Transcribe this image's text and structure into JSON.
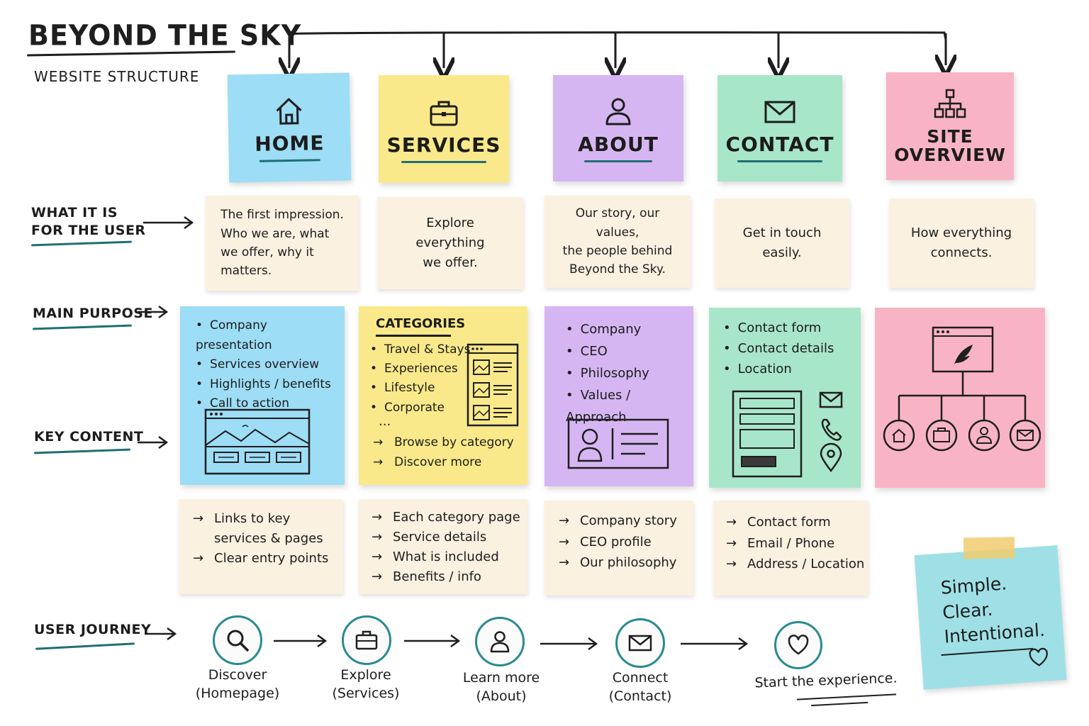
{
  "title": "BEYOND THE SKY",
  "subtitle": "WEBSITE STRUCTURE",
  "colors": {
    "blue": "#9dddf6",
    "yellow": "#fae98a",
    "purple": "#d6b6f2",
    "green": "#a8e6c9",
    "pink": "#f8b4c5",
    "cream": "#fbf1e1",
    "teal_accent": "#2a8a8f"
  },
  "row_labels": {
    "what_it_is": "WHAT IT IS\nFOR THE USER",
    "main_purpose": "MAIN PURPOSE",
    "key_content": "KEY CONTENT",
    "user_journey": "USER JOURNEY"
  },
  "pages": [
    {
      "name": "HOME",
      "icon": "home-icon",
      "what_it_is": "The first impression.\nWho we are, what\nwe offer, why it\nmatters.",
      "purpose": [
        "Company presentation",
        "Services overview",
        "Highlights / benefits",
        "Call to action"
      ],
      "key_content": [
        "Links to key\nservices & pages",
        "Clear entry points"
      ]
    },
    {
      "name": "SERVICES",
      "icon": "briefcase-icon",
      "what_it_is": "Explore everything\nwe offer.",
      "purpose_heading": "CATEGORIES",
      "purpose": [
        "Travel & Stays",
        "Experiences",
        "Lifestyle",
        "Corporate"
      ],
      "purpose_more": "...",
      "purpose_links": [
        "Browse by category",
        "Discover more"
      ],
      "key_content": [
        "Each category page",
        "Service details",
        "What is included",
        "Benefits / info"
      ]
    },
    {
      "name": "ABOUT",
      "icon": "person-icon",
      "what_it_is": "Our story, our values,\nthe people behind\nBeyond the Sky.",
      "purpose": [
        "Company",
        "CEO",
        "Philosophy",
        "Values / Approach"
      ],
      "key_content": [
        "Company story",
        "CEO profile",
        "Our philosophy"
      ]
    },
    {
      "name": "CONTACT",
      "icon": "envelope-icon",
      "what_it_is": "Get in touch\neasily.",
      "purpose": [
        "Contact form",
        "Contact details",
        "Location"
      ],
      "key_content": [
        "Contact form",
        "Email / Phone",
        "Address / Location"
      ]
    },
    {
      "name": "SITE\nOVERVIEW",
      "icon": "sitemap-icon",
      "what_it_is": "How everything\nconnects."
    }
  ],
  "journey": [
    {
      "label": "Discover\n(Homepage)",
      "icon": "search-icon"
    },
    {
      "label": "Explore\n(Services)",
      "icon": "briefcase-icon"
    },
    {
      "label": "Learn more\n(About)",
      "icon": "person-icon"
    },
    {
      "label": "Connect\n(Contact)",
      "icon": "envelope-icon"
    },
    {
      "label": "Start the experience.",
      "icon": "heart-icon"
    }
  ],
  "motto": "Simple.\nClear.\nIntentional."
}
